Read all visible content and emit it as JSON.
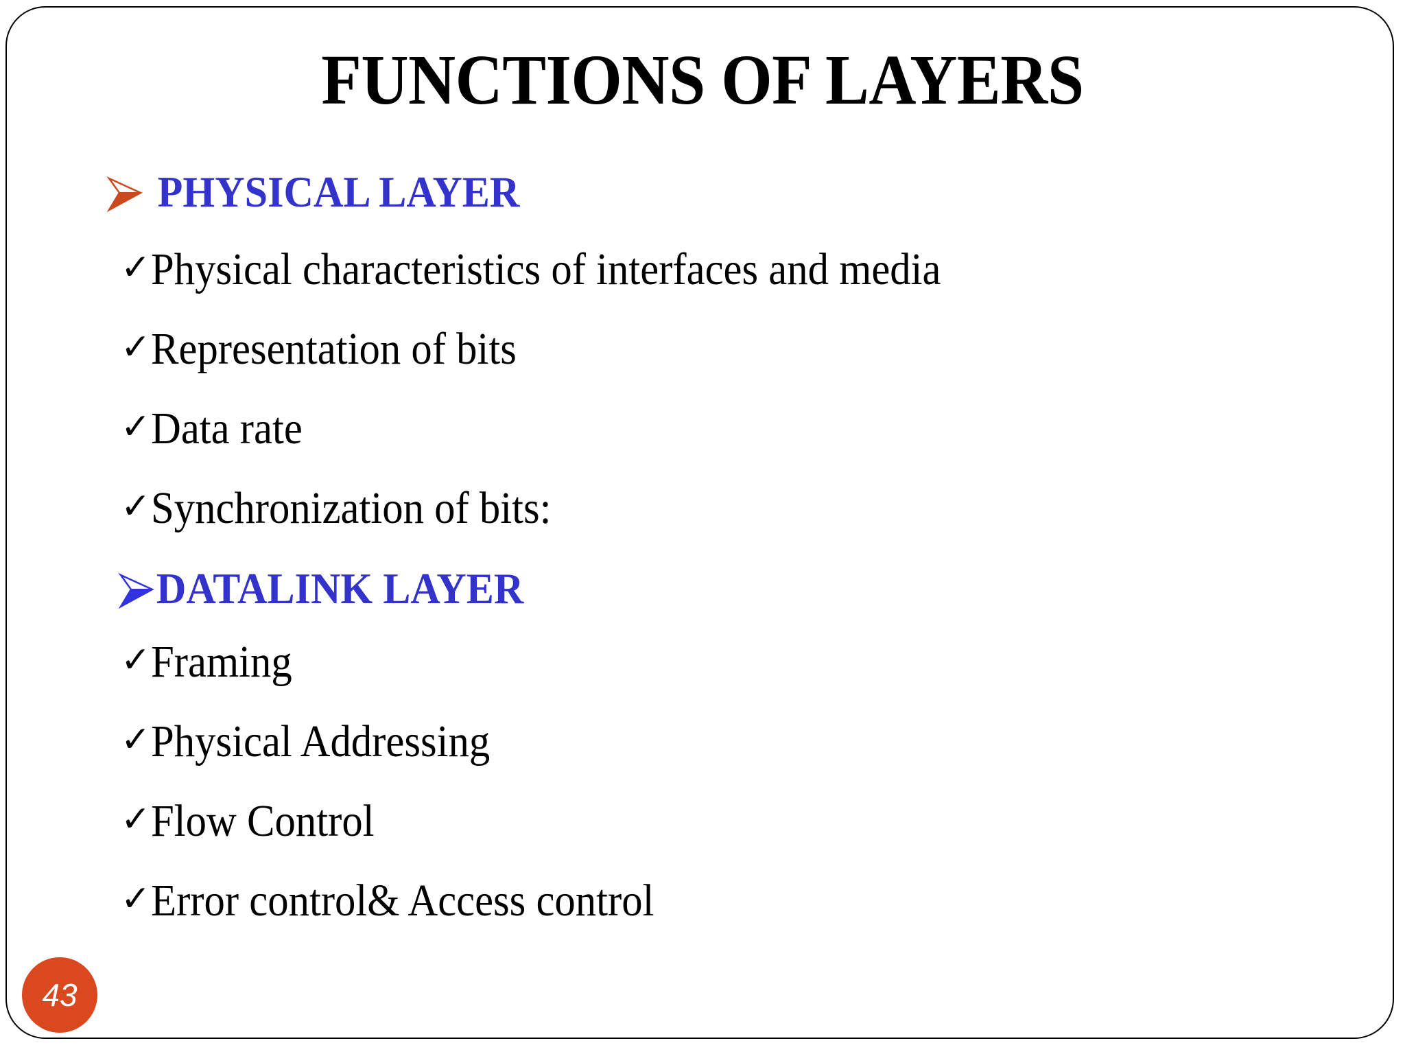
{
  "slide": {
    "title": "FUNCTIONS OF LAYERS",
    "page_number": "43",
    "colors": {
      "background": "#ffffff",
      "border": "#000000",
      "title_text": "#000000",
      "section_heading_text": "#3333cc",
      "body_text": "#000000",
      "physical_arrow_bullet": "#c94a1e",
      "datalink_arrow_bullet": "#3333dd",
      "page_badge_fill": "#d9481f",
      "page_badge_text": "#ffffff"
    }
  },
  "sections": [
    {
      "heading": "PHYSICAL LAYER",
      "bullet_icon": "arrow-right-bullet-icon",
      "bullet_color": "#c94a1e",
      "items": [
        {
          "text": "Physical characteristics of interfaces and media",
          "bullet_icon": "check-bullet-icon"
        },
        {
          "text": "Representation of bits",
          "bullet_icon": "check-bullet-icon"
        },
        {
          "text": "Data rate",
          "bullet_icon": "check-bullet-icon"
        },
        {
          "text": "Synchronization of bits:",
          "bullet_icon": "check-bullet-icon"
        }
      ]
    },
    {
      "heading": "DATALINK LAYER",
      "bullet_icon": "arrow-right-bullet-icon",
      "bullet_color": "#3333dd",
      "items": [
        {
          "text": "Framing",
          "bullet_icon": "check-bullet-icon"
        },
        {
          "text": "Physical Addressing",
          "bullet_icon": "check-bullet-icon"
        },
        {
          "text": "Flow Control",
          "bullet_icon": "check-bullet-icon"
        },
        {
          "text": "Error control& Access control",
          "bullet_icon": "check-bullet-icon"
        }
      ]
    }
  ],
  "glyphs": {
    "check": "✓"
  }
}
